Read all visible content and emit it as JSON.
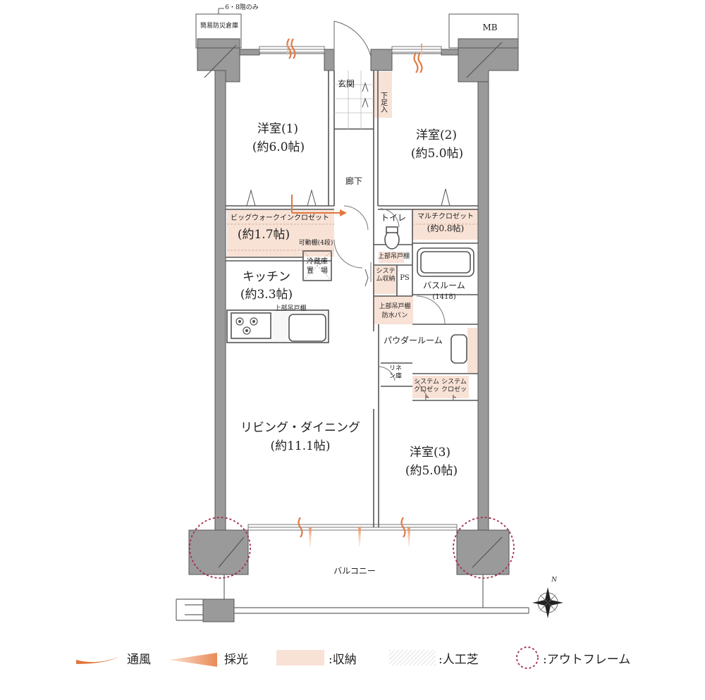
{
  "rooms": {
    "western1_name": "洋室(1)",
    "western1_size": "(約6.0帖)",
    "western2_name": "洋室(2)",
    "western2_size": "(約5.0帖)",
    "western3_name": "洋室(3)",
    "western3_size": "(約5.0帖)",
    "kitchen_name": "キッチン",
    "kitchen_size": "(約3.3帖)",
    "living_name": "リビング・ダイニング",
    "living_size": "(約11.1帖)",
    "entrance": "玄関",
    "corridor": "廊下",
    "toilet": "トイレ",
    "bathroom": "バスルーム",
    "bath_size": "(1418)",
    "powder_room": "パウダールーム",
    "balcony": "バルコニー"
  },
  "storage": {
    "big_wic": "ビッグウォークインクロゼット",
    "big_wic_size": "(約1.7帖)",
    "multi_closet": "マルチクロゼット",
    "multi_closet_size": "(約0.8帖)",
    "shoe_box": "下足入",
    "movable_shelf": "可動棚(4段)",
    "fridge_space_1": "冷蔵庫",
    "fridge_space_2": "置　場",
    "upper_cabinet_kitchen": "上部吊戸棚",
    "upper_cabinet_toilet": "上部吊戸棚",
    "system_storage": "システム収納",
    "ps": "PS",
    "upper_cabinet_wash_1": "上部吊戸棚",
    "waterproof_pan": "防水パン",
    "linen": "リネン庫",
    "system_closet_1": "システムクロゼット",
    "system_closet_2": "システムクロゼット"
  },
  "annotations": {
    "emergency_storage": "簡易防災倉庫",
    "floor_note": "6・8階のみ",
    "mb": "MB",
    "compass_north": "N"
  },
  "legend": {
    "ventilation": "通風",
    "daylight": "採光",
    "storage": ":収納",
    "artificial_turf": ":人工芝",
    "outframe": ":アウトフレーム"
  },
  "colors": {
    "wall": "#9a9a9a",
    "wall_dark": "#7d7d7d",
    "storage_fill": "#f8e2d6",
    "accent_orange": "#e0773c",
    "outframe_ring": "#a5304a",
    "line": "#555555"
  }
}
